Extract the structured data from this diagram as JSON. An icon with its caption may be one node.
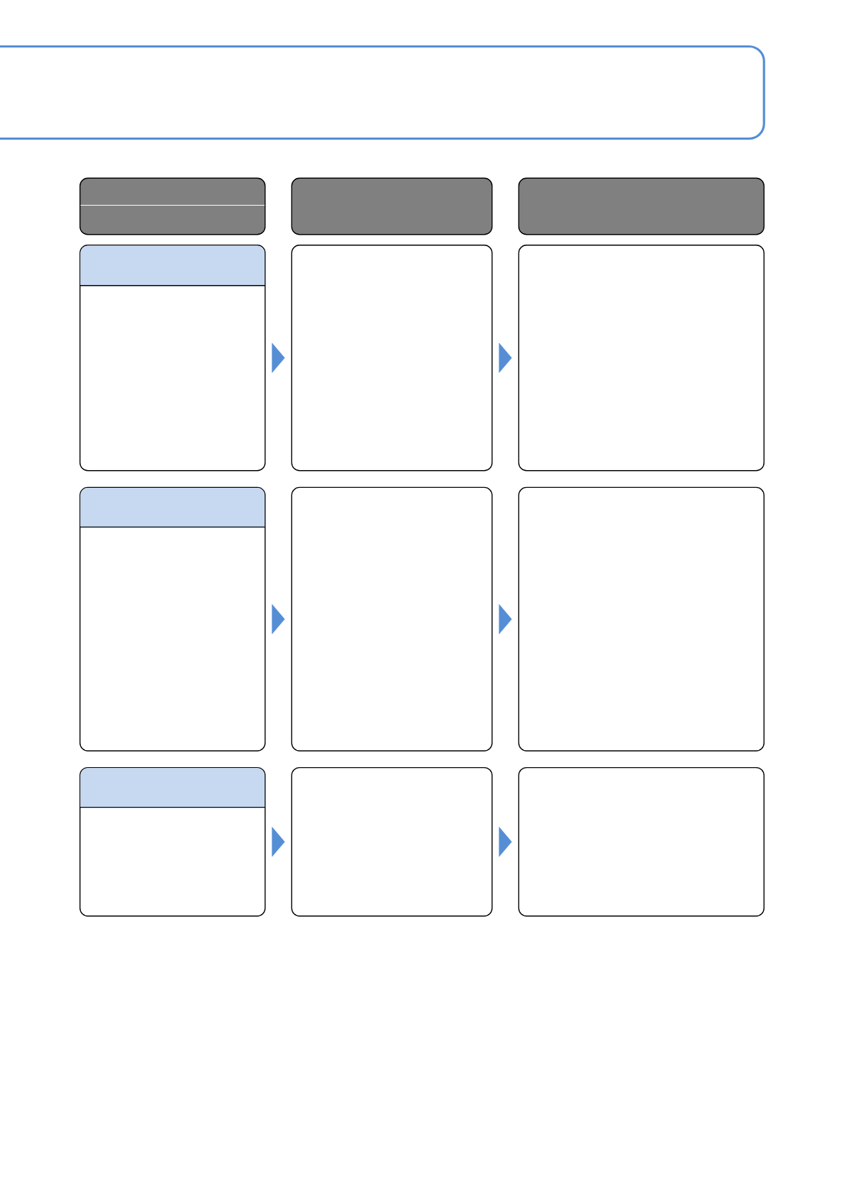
{
  "diagram": {
    "nodes": [
      {
        "text": [],
        "shape": "box"
      },
      {
        "text": [],
        "shape": "box"
      },
      {
        "text": [],
        "shape": "box"
      },
      {
        "text": [],
        "shape": "box"
      },
      {
        "text": [],
        "shape": "box"
      },
      {
        "text": [],
        "shape": "bar",
        "in": 4
      },
      {
        "text": [],
        "shape": "box"
      },
      {
        "text": [],
        "shape": "box"
      },
      {
        "text": [],
        "shape": "box"
      },
      {
        "text": [],
        "shape": "bar",
        "in": 8
      },
      {
        "text": [],
        "shape": "box"
      },
      {
        "text": [],
        "shape": "box"
      },
      {
        "text": [],
        "shape": "box"
      },
      {
        "text": [],
        "shape": "bar",
        "in": 12
      },
      {
        "text": [],
        "shape": "box"
      },
      {
        "text": [],
        "shape": "box"
      }
    ],
    "edges": [
      {
        "from": 4,
        "to": 6,
        "arrow": "to"
      },
      {
        "from": 6,
        "to": 7,
        "arrow": "to"
      },
      {
        "from": 8,
        "to": 10,
        "arrow": "to"
      },
      {
        "from": 10,
        "to": 11,
        "arrow": "to"
      },
      {
        "from": 12,
        "to": 14,
        "arrow": "to"
      },
      {
        "from": 14,
        "to": 15,
        "arrow": "to"
      }
    ]
  }
}
